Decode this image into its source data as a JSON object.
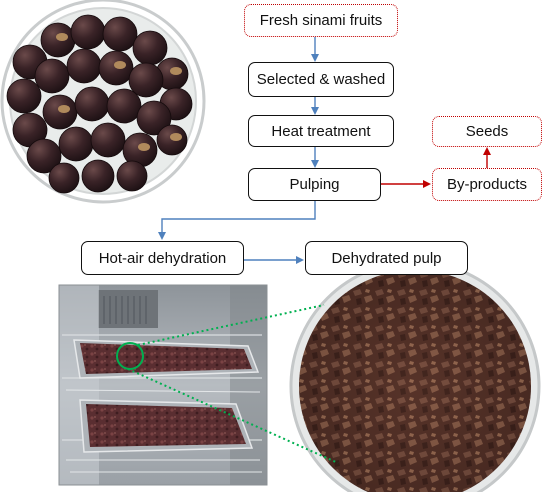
{
  "flowchart": {
    "fresh_fruits": "Fresh sinami fruits",
    "selected_washed": "Selected & washed",
    "heat_treatment": "Heat treatment",
    "pulping": "Pulping",
    "by_products": "By-products",
    "seeds": "Seeds",
    "hot_air_dehydration": "Hot-air dehydration",
    "dehydrated_pulp": "Dehydrated pulp"
  },
  "colors": {
    "process_arrow": "#4f81bd",
    "byproduct_arrow": "#c00000",
    "magnify_lines": "#00b050"
  },
  "photos": {
    "fresh_fruits_photo": "bowl of dark round sinami fruits",
    "dryer_photo": "trays of pulp in hot-air dryer",
    "dried_pulp_photo": "dish of dehydrated pulp flakes"
  }
}
